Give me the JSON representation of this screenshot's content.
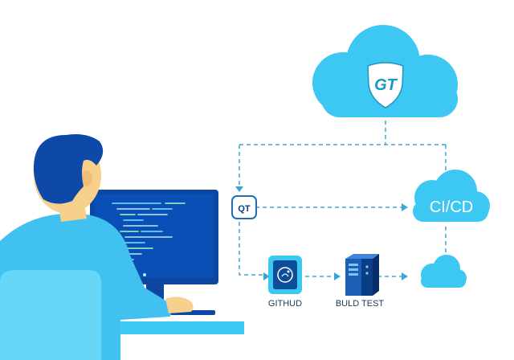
{
  "cloud_badge_text": "GT",
  "qt_node_label": "QT",
  "cicd_label": "CI/CD",
  "github_label": "GITHUD",
  "build_test_label": "BULD TEST",
  "colors": {
    "cloud": "#3cc8f2",
    "cloud_light": "#66d7f7",
    "connector": "#3aa6d6",
    "monitor_frame": "#0d47a1",
    "screen": "#0a4fb5",
    "person_shirt": "#41c1ef",
    "person_hair": "#0f49a8",
    "skin": "#f7d08c",
    "desk": "#3cc8f2"
  },
  "icons": {
    "top_cloud": "cloud-shield-icon",
    "github": "github-app-icon",
    "build_test": "server-build-icon",
    "deploy_cloud": "cloud-icon"
  }
}
